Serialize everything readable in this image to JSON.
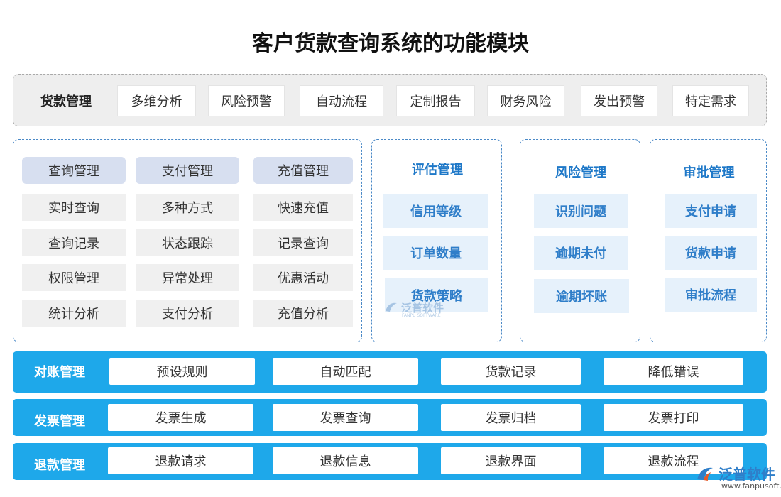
{
  "title": "客户货款查询系统的功能模块",
  "top_strip": {
    "label": "货款管理",
    "items": [
      "多维分析",
      "风险预警",
      "自动流程",
      "定制报告",
      "财务风险",
      "发出预警",
      "特定需求"
    ]
  },
  "left_group": {
    "columns": [
      {
        "header": "查询管理",
        "items": [
          "实时查询",
          "查询记录",
          "权限管理",
          "统计分析"
        ]
      },
      {
        "header": "支付管理",
        "items": [
          "多种方式",
          "状态跟踪",
          "异常处理",
          "支付分析"
        ]
      },
      {
        "header": "充值管理",
        "items": [
          "快速充值",
          "记录查询",
          "优惠活动",
          "充值分析"
        ]
      }
    ]
  },
  "groups": [
    {
      "title": "评估管理",
      "items": [
        "信用等级",
        "订单数量",
        "货款策略"
      ]
    },
    {
      "title": "风险管理",
      "items": [
        "识别问题",
        "逾期未付",
        "逾期坏账"
      ]
    },
    {
      "title": "审批管理",
      "items": [
        "支付申请",
        "货款申请",
        "审批流程"
      ]
    }
  ],
  "bands": [
    {
      "label": "对账管理",
      "items": [
        "预设规则",
        "自动匹配",
        "货款记录",
        "降低错误"
      ]
    },
    {
      "label": "发票管理",
      "items": [
        "发票生成",
        "发票查询",
        "发票归档",
        "发票打印"
      ]
    },
    {
      "label": "退款管理",
      "items": [
        "退款请求",
        "退款信息",
        "退款界面",
        "退款流程"
      ]
    }
  ],
  "watermark": {
    "brand": "泛普软件",
    "sub": "FANPU SOFTWARE",
    "url": "www.fanpusoft.com"
  },
  "colors": {
    "band": "#1ea8ea",
    "accent_text": "#1e78c8",
    "header_cell": "#d7dff0",
    "light_blue_cell": "#e6f1fb"
  }
}
